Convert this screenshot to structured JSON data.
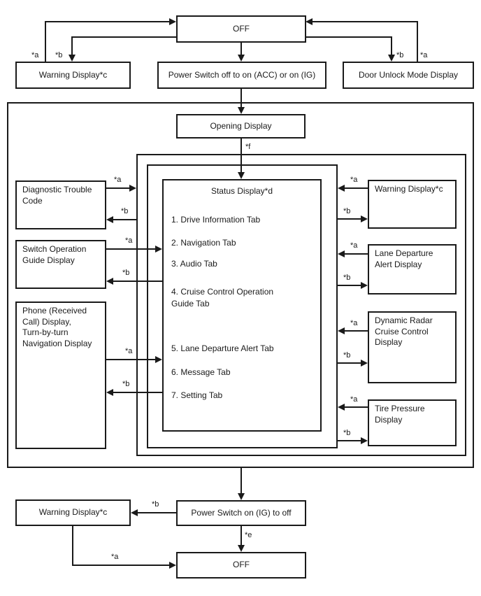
{
  "diagram_type": "flowchart",
  "nodes": {
    "off_top": "OFF",
    "warning_top": "Warning Display*c",
    "power_switch_on": "Power Switch off to on (ACC) or on (IG)",
    "door_unlock": "Door Unlock Mode Display",
    "opening_display": "Opening Display",
    "diagnostic_trouble_code": "Diagnostic Trouble\nCode",
    "switch_operation_guide": "Switch Operation\nGuide Display",
    "phone_turn_by_turn": "Phone (Received\nCall) Display,\nTurn-by-turn\nNavigation Display",
    "warning_middle": "Warning Display*c",
    "lane_departure": "Lane Departure\nAlert Display",
    "dynamic_radar": "Dynamic Radar\nCruise Control\nDisplay",
    "tire_pressure": "Tire Pressure\nDisplay",
    "warning_bottom": "Warning Display*c",
    "power_switch_off": "Power Switch on (IG) to off",
    "off_bottom": "OFF"
  },
  "status_display": {
    "title": "Status Display*d",
    "tabs": [
      "1. Drive Information Tab",
      "2. Navigation Tab",
      "3. Audio Tab",
      "4. Cruise Control Operation\nGuide Tab",
      "5. Lane Departure Alert Tab",
      "6. Message Tab",
      "7. Setting Tab"
    ]
  },
  "annotations": {
    "a": "*a",
    "b": "*b",
    "e": "*e",
    "f": "*f"
  },
  "colors": {
    "line": "#1a1a1a",
    "background": "#ffffff",
    "text": "#1a1a1a"
  }
}
